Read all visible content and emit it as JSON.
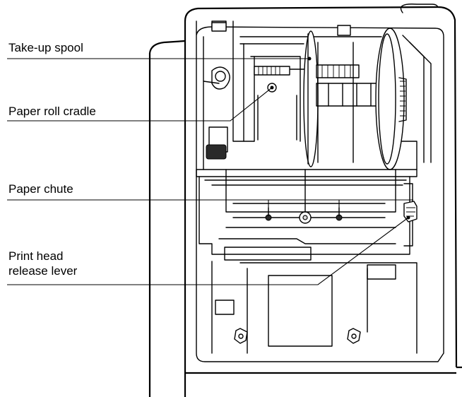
{
  "labels": {
    "take_up_spool": "Take-up spool",
    "paper_roll_cradle": "Paper roll cradle",
    "paper_chute": "Paper chute",
    "print_head_release_lever": "Print head\nrelease lever"
  }
}
